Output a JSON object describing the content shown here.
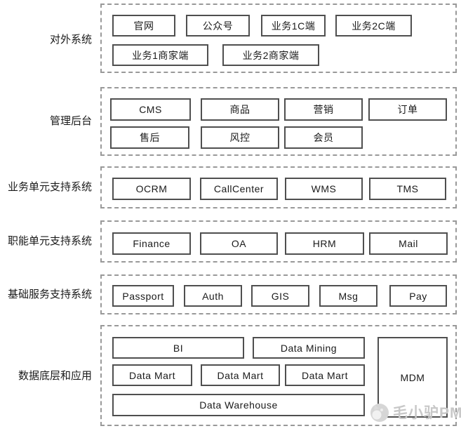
{
  "colors": {
    "background": "#ffffff",
    "box_fill": "#ffffff",
    "box_border": "#4f4f4f",
    "dashed_border": "#999999",
    "text": "#1a1a1a",
    "watermark": "#c8c8c8"
  },
  "watermark": {
    "text": "毛小驴PM",
    "icon": "donkey-logo-icon"
  },
  "sections": [
    {
      "id": "external-systems",
      "label": "对外系统",
      "rows": [
        [
          "官网",
          "公众号",
          "业务1C端",
          "业务2C端"
        ],
        [
          "业务1商家端",
          "业务2商家端"
        ]
      ]
    },
    {
      "id": "admin-backend",
      "label": "管理后台",
      "rows": [
        [
          "CMS",
          "商品",
          "营销",
          "订单"
        ],
        [
          "售后",
          "风控",
          "会员"
        ]
      ]
    },
    {
      "id": "business-unit-support",
      "label": "业务单元支持系统",
      "rows": [
        [
          "OCRM",
          "CallCenter",
          "WMS",
          "TMS"
        ]
      ]
    },
    {
      "id": "functional-unit-support",
      "label": "职能单元支持系统",
      "rows": [
        [
          "Finance",
          "OA",
          "HRM",
          "Mail"
        ]
      ]
    },
    {
      "id": "base-service-support",
      "label": "基础服务支持系统",
      "rows": [
        [
          "Passport",
          "Auth",
          "GIS",
          "Msg",
          "Pay"
        ]
      ]
    },
    {
      "id": "data-layer",
      "label": "数据底层和应用",
      "rows": [
        [
          "BI",
          "Data Mining"
        ],
        [
          "Data Mart",
          "Data Mart",
          "Data Mart"
        ],
        [
          "Data Warehouse"
        ]
      ],
      "side_box": "MDM"
    }
  ]
}
